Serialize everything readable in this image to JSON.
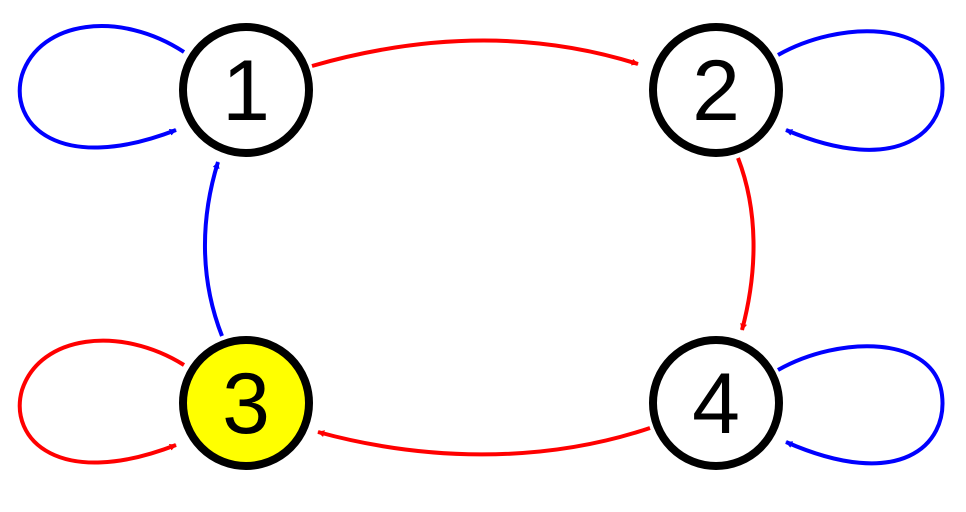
{
  "colors": {
    "blue": "#0000ff",
    "red": "#ff0000",
    "node_fill": "#ffffff",
    "highlight_fill": "#ffff00",
    "node_stroke": "#000000"
  },
  "nodes": [
    {
      "id": "1",
      "label": "1",
      "highlighted": false
    },
    {
      "id": "2",
      "label": "2",
      "highlighted": false
    },
    {
      "id": "3",
      "label": "3",
      "highlighted": true
    },
    {
      "id": "4",
      "label": "4",
      "highlighted": false
    }
  ],
  "edges": [
    {
      "from": "1",
      "to": "1",
      "color": "blue"
    },
    {
      "from": "1",
      "to": "2",
      "color": "red"
    },
    {
      "from": "2",
      "to": "2",
      "color": "blue"
    },
    {
      "from": "2",
      "to": "4",
      "color": "red"
    },
    {
      "from": "4",
      "to": "4",
      "color": "blue"
    },
    {
      "from": "4",
      "to": "3",
      "color": "red"
    },
    {
      "from": "3",
      "to": "3",
      "color": "red"
    },
    {
      "from": "3",
      "to": "1",
      "color": "blue"
    }
  ]
}
